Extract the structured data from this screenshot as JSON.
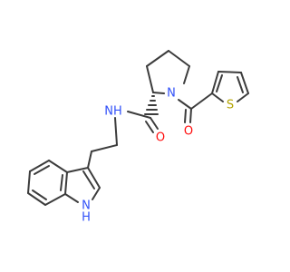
{
  "molecule": {
    "atoms": {
      "nh_amide": "NH",
      "n_indole": "N",
      "h_indole": "H",
      "n_pyrrolidine": "N",
      "o_amide": "O",
      "o_acyl": "O",
      "s_thiophene": "S"
    },
    "colors": {
      "bond": "#3c3c3c",
      "nitrogen": "#3050f8",
      "oxygen": "#ff0d0d",
      "sulfur": "#b2a300",
      "background": "#ffffff"
    }
  }
}
